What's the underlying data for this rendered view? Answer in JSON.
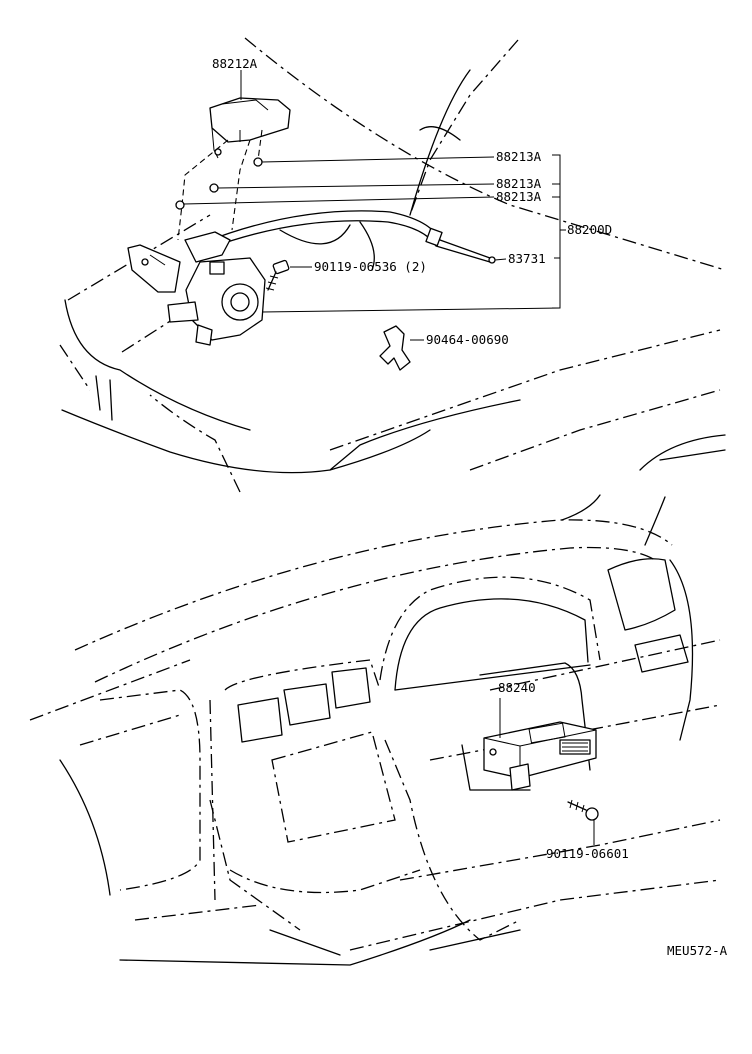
{
  "labels": {
    "p88212a": "88212A",
    "p88213a_1": "88213A",
    "p88213a_2": "88213A",
    "p88213a_3": "88213A",
    "p88200d": "88200D",
    "p83731": "83731",
    "p90119_06536": "90119-06536 (2)",
    "p90464_00690": "90464-00690",
    "p88240": "88240",
    "p90119_06601": "90119-06601",
    "ref_code": "MEU572-A"
  }
}
